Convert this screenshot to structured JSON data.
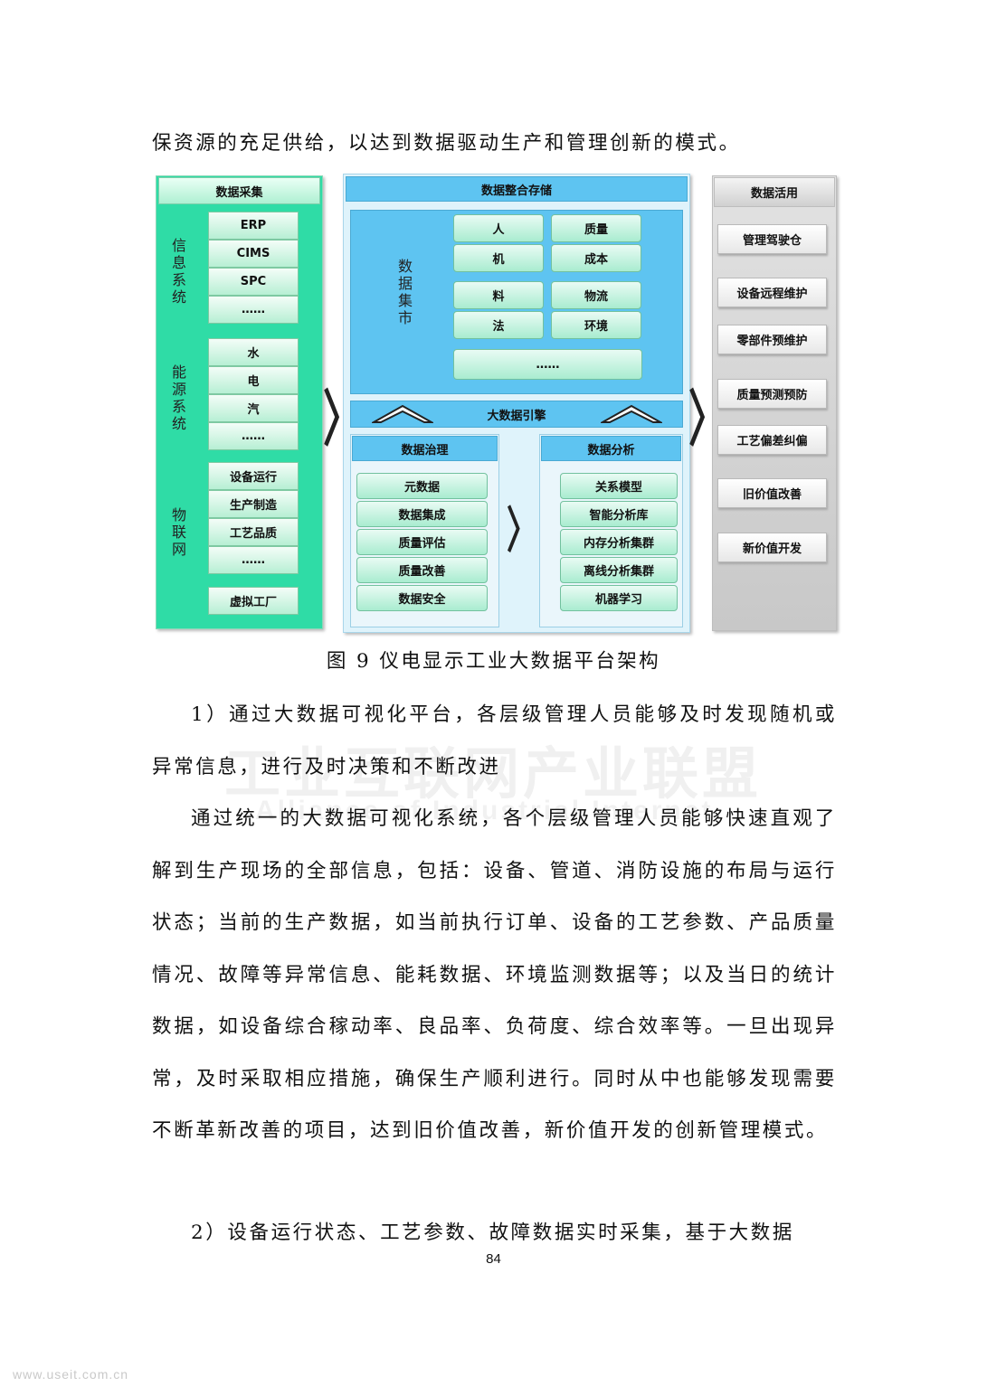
{
  "doc": {
    "intro_line": "保资源的充足供给，以达到数据驱动生产和管理创新的模式。",
    "caption": "图 9 仪电显示工业大数据平台架构",
    "section1_heading": "1）通过大数据可视化平台，各层级管理人员能够及时发现随机或异常信息，进行及时决策和不断改进",
    "body_paragraph": "通过统一的大数据可视化系统，各个层级管理人员能够快速直观了解到生产现场的全部信息，包括：设备、管道、消防设施的布局与运行状态；当前的生产数据，如当前执行订单、设备的工艺参数、产品质量情况、故障等异常信息、能耗数据、环境监测数据等；以及当日的统计数据，如设备综合稼动率、良品率、负荷度、综合效率等。一旦出现异常，及时采取相应措施，确保生产顺利进行。同时从中也能够发现需要不断革新改善的项目，达到旧价值改善，新价值开发的创新管理模式。",
    "section2_heading": "2）设备运行状态、工艺参数、故障数据实时采集，基于大数据",
    "page_number": "84",
    "watermark": "工业互联网产业联盟",
    "watermark_sub": "Alliance of Industrial Internet",
    "site": "www.useit.com.cn"
  },
  "diagram": {
    "collect": {
      "title": "数据采集",
      "info_label": "信息系统",
      "info_items": [
        "ERP",
        "CIMS",
        "SPC",
        "……"
      ],
      "energy_label": "能源系统",
      "energy_items": [
        "水",
        "电",
        "汽",
        "……"
      ],
      "iot_label": "物联网",
      "iot_items": [
        "设备运行",
        "生产制造",
        "工艺品质",
        "……"
      ],
      "virtual": "虚拟工厂"
    },
    "storage": {
      "title": "数据整合存储",
      "mart_label": "数据集市",
      "left_col": [
        "人",
        "机",
        "料",
        "法"
      ],
      "right_col": [
        "质量",
        "成本",
        "物流",
        "环境"
      ],
      "more": "……",
      "engine": "大数据引擎",
      "governance_title": "数据治理",
      "governance_items": [
        "元数据",
        "数据集成",
        "质量评估",
        "质量改善",
        "数据安全"
      ],
      "analysis_title": "数据分析",
      "analysis_items": [
        "关系模型",
        "智能分析库",
        "内存分析集群",
        "离线分析集群",
        "机器学习"
      ]
    },
    "apply": {
      "title": "数据活用",
      "items": [
        "管理驾驶仓",
        "设备远程维护",
        "零部件预维护",
        "质量预测预防",
        "工艺偏差纠偏",
        "旧价值改善",
        "新价值开发"
      ]
    },
    "colors": {
      "green": "#2fdca6",
      "blue": "#5ec4f1",
      "gray": "#d4d4d4"
    }
  }
}
